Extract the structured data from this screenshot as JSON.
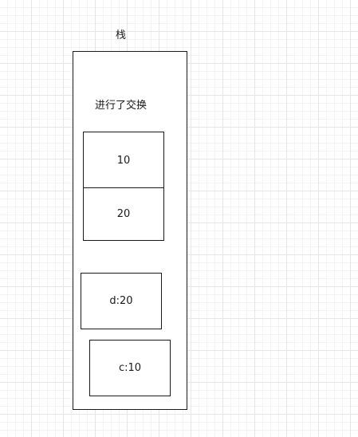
{
  "diagram": {
    "stack_title": "栈",
    "swap_note": "进行了交换",
    "cells": {
      "upper": "10",
      "lower": "20"
    },
    "variables": {
      "d": "d:20",
      "c": "c:10"
    }
  }
}
